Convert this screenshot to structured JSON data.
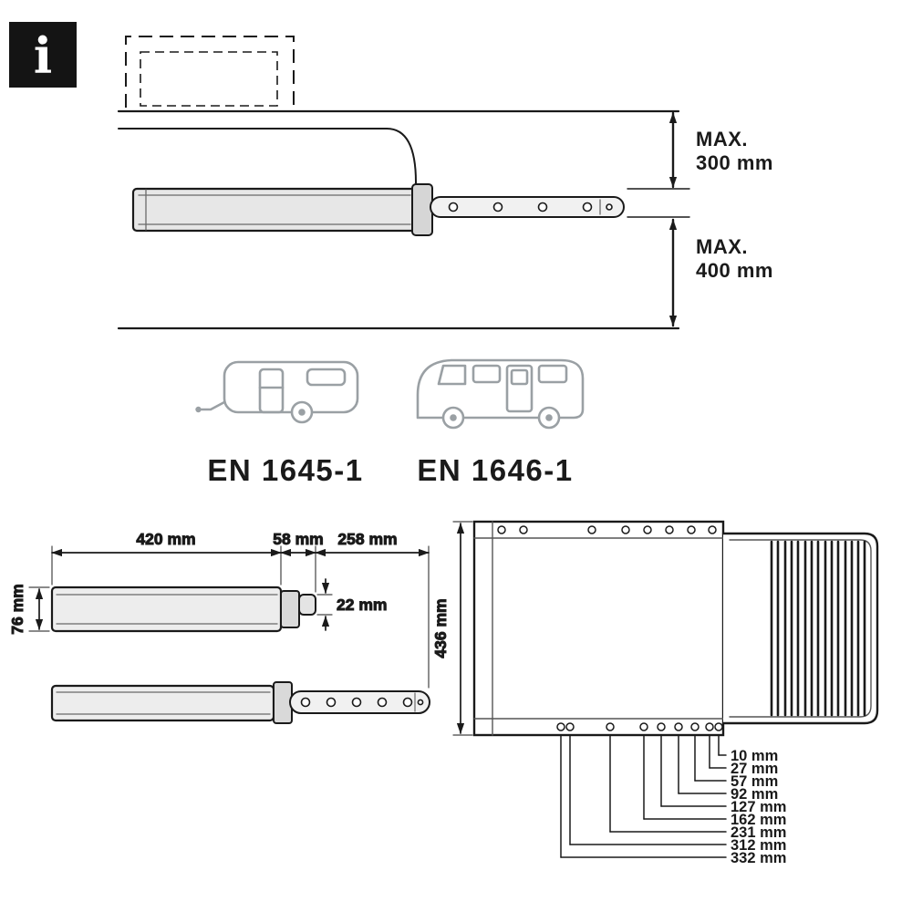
{
  "info_badge": {
    "glyph": "i"
  },
  "height_diagram": {
    "max_height_door": {
      "line1": "MAX.",
      "line2": "300 mm"
    },
    "max_height_ground": {
      "line1": "MAX.",
      "line2": "400 mm"
    }
  },
  "standards": {
    "caravan": "EN 1645-1",
    "motorhome": "EN 1646-1"
  },
  "side_view": {
    "housing_length": "420 mm",
    "closed_overhang": "58 mm",
    "extension_length": "258 mm",
    "arm_thickness": "22 mm",
    "housing_height": "76 mm"
  },
  "top_view": {
    "depth": "436 mm",
    "hole_offsets": [
      "10 mm",
      "27 mm",
      "57 mm",
      "92 mm",
      "127 mm",
      "162 mm",
      "231 mm",
      "312 mm",
      "332 mm"
    ]
  }
}
